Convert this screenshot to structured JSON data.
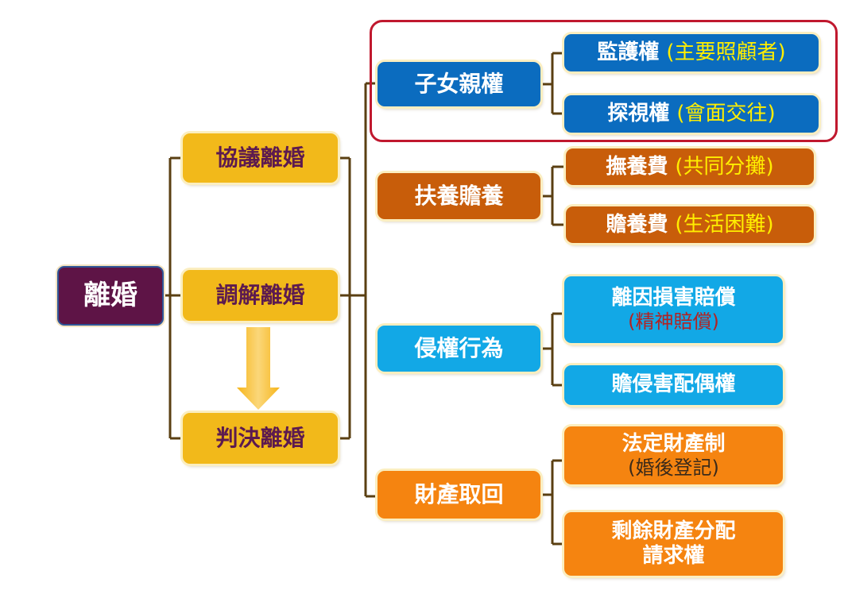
{
  "root": "離婚",
  "types": [
    "協議離婚",
    "調解離婚",
    "判決離婚"
  ],
  "branches": [
    {
      "label": "子女親權",
      "color": "#0b6cbf",
      "children": [
        {
          "main": "監護權",
          "note": "(主要照顧者)"
        },
        {
          "main": "探視權",
          "note": "(會面交往)"
        }
      ]
    },
    {
      "label": "扶養贍養",
      "color": "#c85d0a",
      "children": [
        {
          "main": "撫養費",
          "note": "(共同分攤)"
        },
        {
          "main": "贍養費",
          "note": "(生活困難)"
        }
      ]
    },
    {
      "label": "侵權行為",
      "color": "#12a8e6",
      "children": [
        {
          "main": "離因損害賠償",
          "note": "(精神賠償)"
        },
        {
          "main": "贍侵害配偶權"
        }
      ]
    },
    {
      "label": "財產取回",
      "color": "#f58410",
      "children": [
        {
          "main": "法定財產制",
          "note": "(婚後登記)"
        },
        {
          "main": "剩餘財產分配",
          "line2": "請求權"
        }
      ]
    }
  ],
  "colors": {
    "highlight": "#c0182e",
    "root": "#5e1446",
    "type": "#f2b91a"
  }
}
